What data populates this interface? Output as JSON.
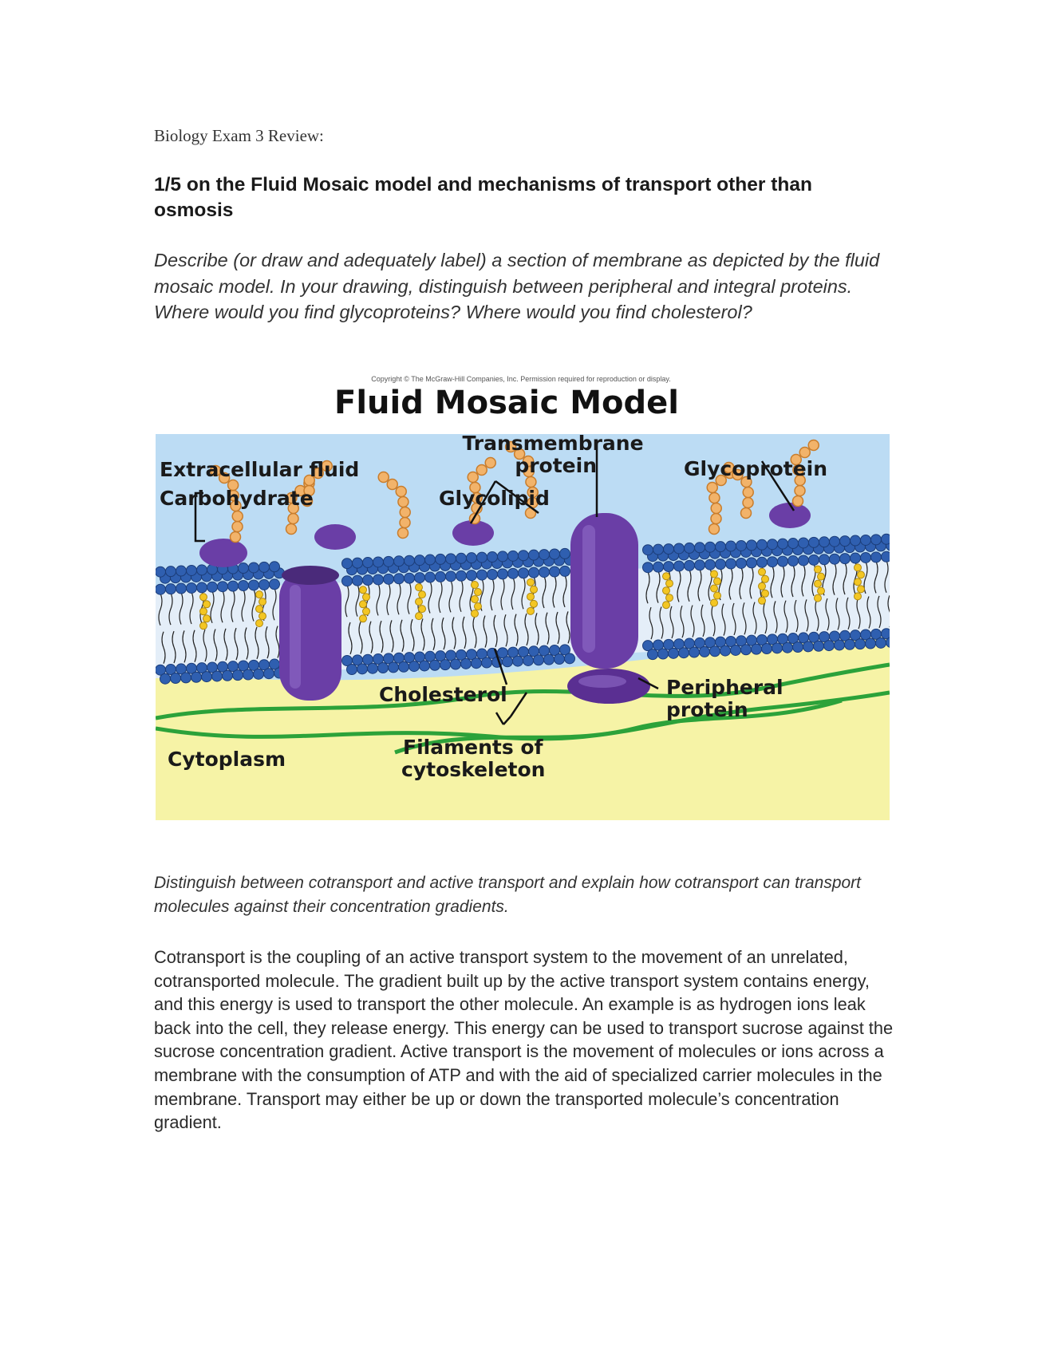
{
  "document": {
    "heading": "Biology Exam 3 Review:",
    "section_title": "1/5 on the Fluid Mosaic model and mechanisms of transport other than osmosis",
    "question_1": "Describe (or draw and adequately label) a section of membrane as depicted by the fluid mosaic model. In your drawing, distinguish between peripheral and integral proteins. Where would you find glycoproteins? Where would you find cholesterol?",
    "question_2": "Distinguish between cotransport and active transport and explain how cotransport can transport molecules against their concentration gradients.",
    "answer_2": "Cotransport is the coupling of an active transport system to the movement of an unrelated, cotransported molecule. The gradient built up by the active transport system contains energy, and this energy is used to transport the other molecule. An example is as hydrogen ions leak back into the cell, they release energy. This energy can be used to transport sucrose against the sucrose concentration gradient. Active transport is the movement of molecules or ions across a membrane with the consumption of ATP and with the aid of specialized carrier molecules in the membrane. Transport may either be up or down the transported molecule’s concentration gradient."
  },
  "figure": {
    "copyright": "Copyright © The McGraw-Hill Companies, Inc. Permission required for reproduction or display.",
    "title": "Fluid Mosaic Model",
    "labels": {
      "extracellular_fluid": "Extracellular fluid",
      "carbohydrate": "Carbohydrate",
      "transmembrane_line1": "Transmembrane",
      "transmembrane_line2": "protein",
      "glycolipid": "Glycolipid",
      "glycoprotein": "Glycoprotein",
      "cholesterol": "Cholesterol",
      "peripheral_line1": "Peripheral",
      "peripheral_line2": "protein",
      "filaments_line1": "Filaments of",
      "filaments_line2": "cytoskeleton",
      "cytoplasm": "Cytoplasm"
    },
    "colors": {
      "extracellular": "#bcdcf4",
      "cytoplasm": "#f6f3a6",
      "phospholipid_head": "#2f5fb0",
      "protein": "#6a3ea6",
      "carbohydrate": "#f2b36a",
      "cholesterol": "#f3c623",
      "filament": "#2ca23a"
    }
  }
}
